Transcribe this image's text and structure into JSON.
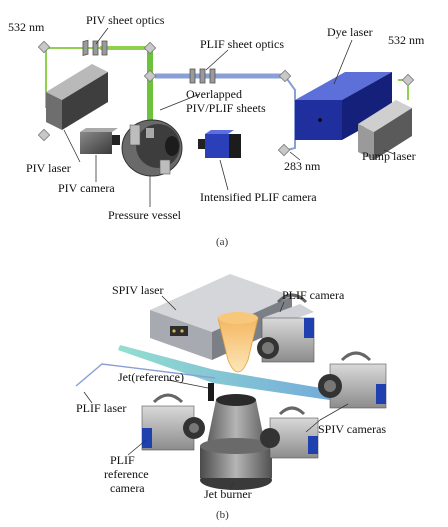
{
  "panel_a": {
    "caption": "(a)",
    "labels": {
      "wl_532_left": "532 nm",
      "piv_sheet_optics": "PIV sheet optics",
      "plif_sheet_optics": "PLIF sheet optics",
      "dye_laser": "Dye laser",
      "wl_532_right": "532 nm",
      "overlapped_sheets_1": "Overlapped",
      "overlapped_sheets_2": "PIV/PLIF sheets",
      "piv_laser": "PIV laser",
      "piv_camera": "PIV camera",
      "wl_283": "283 nm",
      "pump_laser": "Pump laser",
      "pressure_vessel": "Pressure vessel",
      "intensified_plif_camera": "Intensified PLIF camera"
    }
  },
  "panel_b": {
    "caption": "(b)",
    "labels": {
      "spiv_laser": "SPIV laser",
      "plif_camera": "PLIF camera",
      "jet_reference": "Jet(reference)",
      "plif_laser": "PLIF laser",
      "spiv_cameras": "SPIV cameras",
      "plif_reference_camera_1": "PLIF",
      "plif_reference_camera_2": "reference",
      "plif_reference_camera_3": "camera",
      "jet_burner": "Jet burner"
    }
  },
  "colors": {
    "green_beam": "#8fd14f",
    "uv_beam": "#8a9fd6",
    "dye_laser_blue": "#1f2f9e",
    "camera_blue": "#2040b0"
  }
}
